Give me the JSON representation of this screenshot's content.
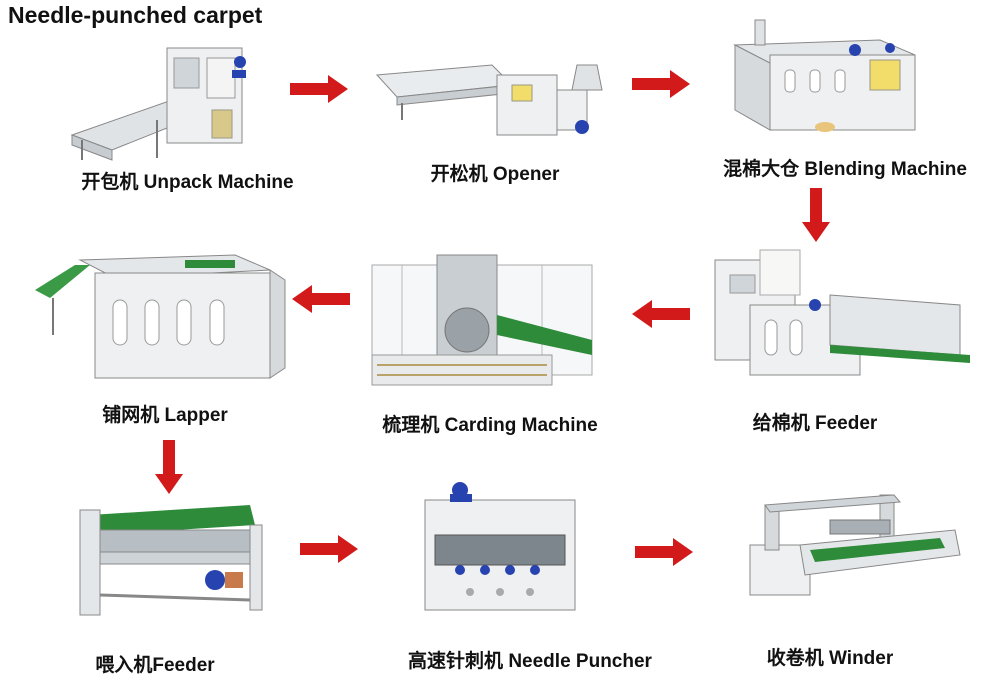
{
  "title": "Needle-punched carpet",
  "steps": [
    {
      "label": "开包机 Unpack Machine"
    },
    {
      "label": "开松机 Opener"
    },
    {
      "label": "混棉大仓 Blending Machine"
    },
    {
      "label": "给棉机 Feeder"
    },
    {
      "label": "梳理机 Carding Machine"
    },
    {
      "label": "铺网机 Lapper"
    },
    {
      "label": "喂入机Feeder"
    },
    {
      "label": "高速针刺机 Needle Puncher"
    },
    {
      "label": "收卷机 Winder"
    }
  ],
  "colors": {
    "arrow": "#d21a1a",
    "machine_body": "#eef0f1",
    "belt": "#2e8b3a",
    "motor": "#2743b0"
  }
}
